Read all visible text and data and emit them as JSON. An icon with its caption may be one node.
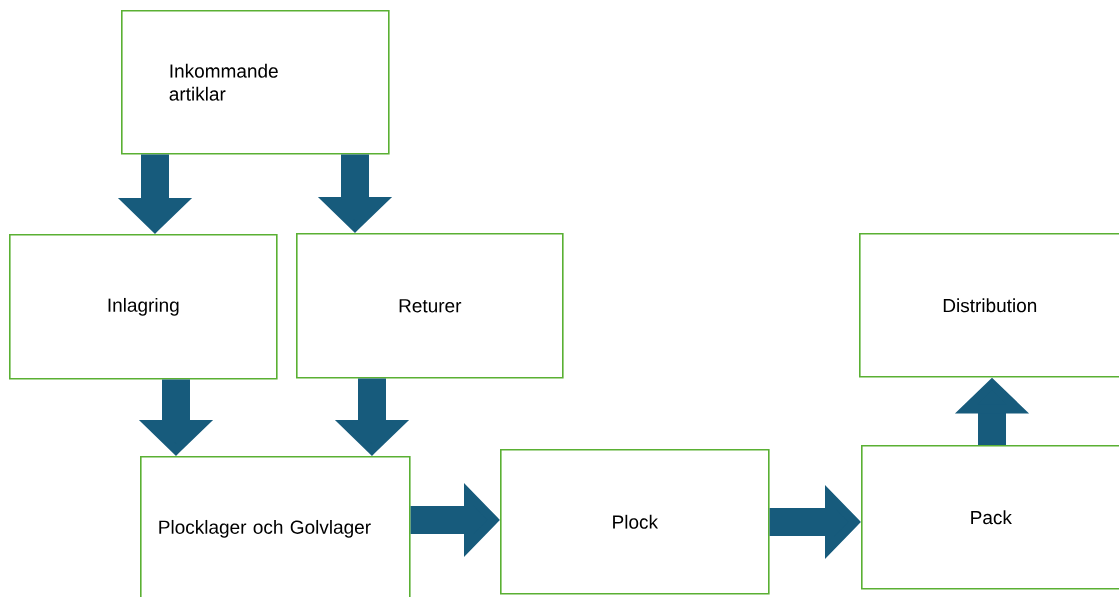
{
  "diagram": {
    "nodes": [
      {
        "text": [
          "Inkommande artiklar"
        ]
      },
      {
        "text": [
          "Inlagring"
        ]
      },
      {
        "text": [
          "Returer"
        ]
      },
      {
        "text": [
          "Distribution"
        ]
      },
      {
        "text": [
          "Plocklager och Golvlager"
        ]
      },
      {
        "text": [
          "Plock"
        ]
      },
      {
        "text": [
          "Pack"
        ]
      }
    ],
    "edges": [
      {
        "from": 0,
        "to": 1,
        "arrow": "to"
      },
      {
        "from": 0,
        "to": 2,
        "arrow": "to"
      },
      {
        "from": 1,
        "to": 4,
        "arrow": "to"
      },
      {
        "from": 2,
        "to": 4,
        "arrow": "to"
      },
      {
        "from": 4,
        "to": 5,
        "arrow": "to"
      },
      {
        "from": 5,
        "to": 6,
        "arrow": "to"
      },
      {
        "from": 6,
        "to": 3,
        "arrow": "to"
      }
    ]
  }
}
